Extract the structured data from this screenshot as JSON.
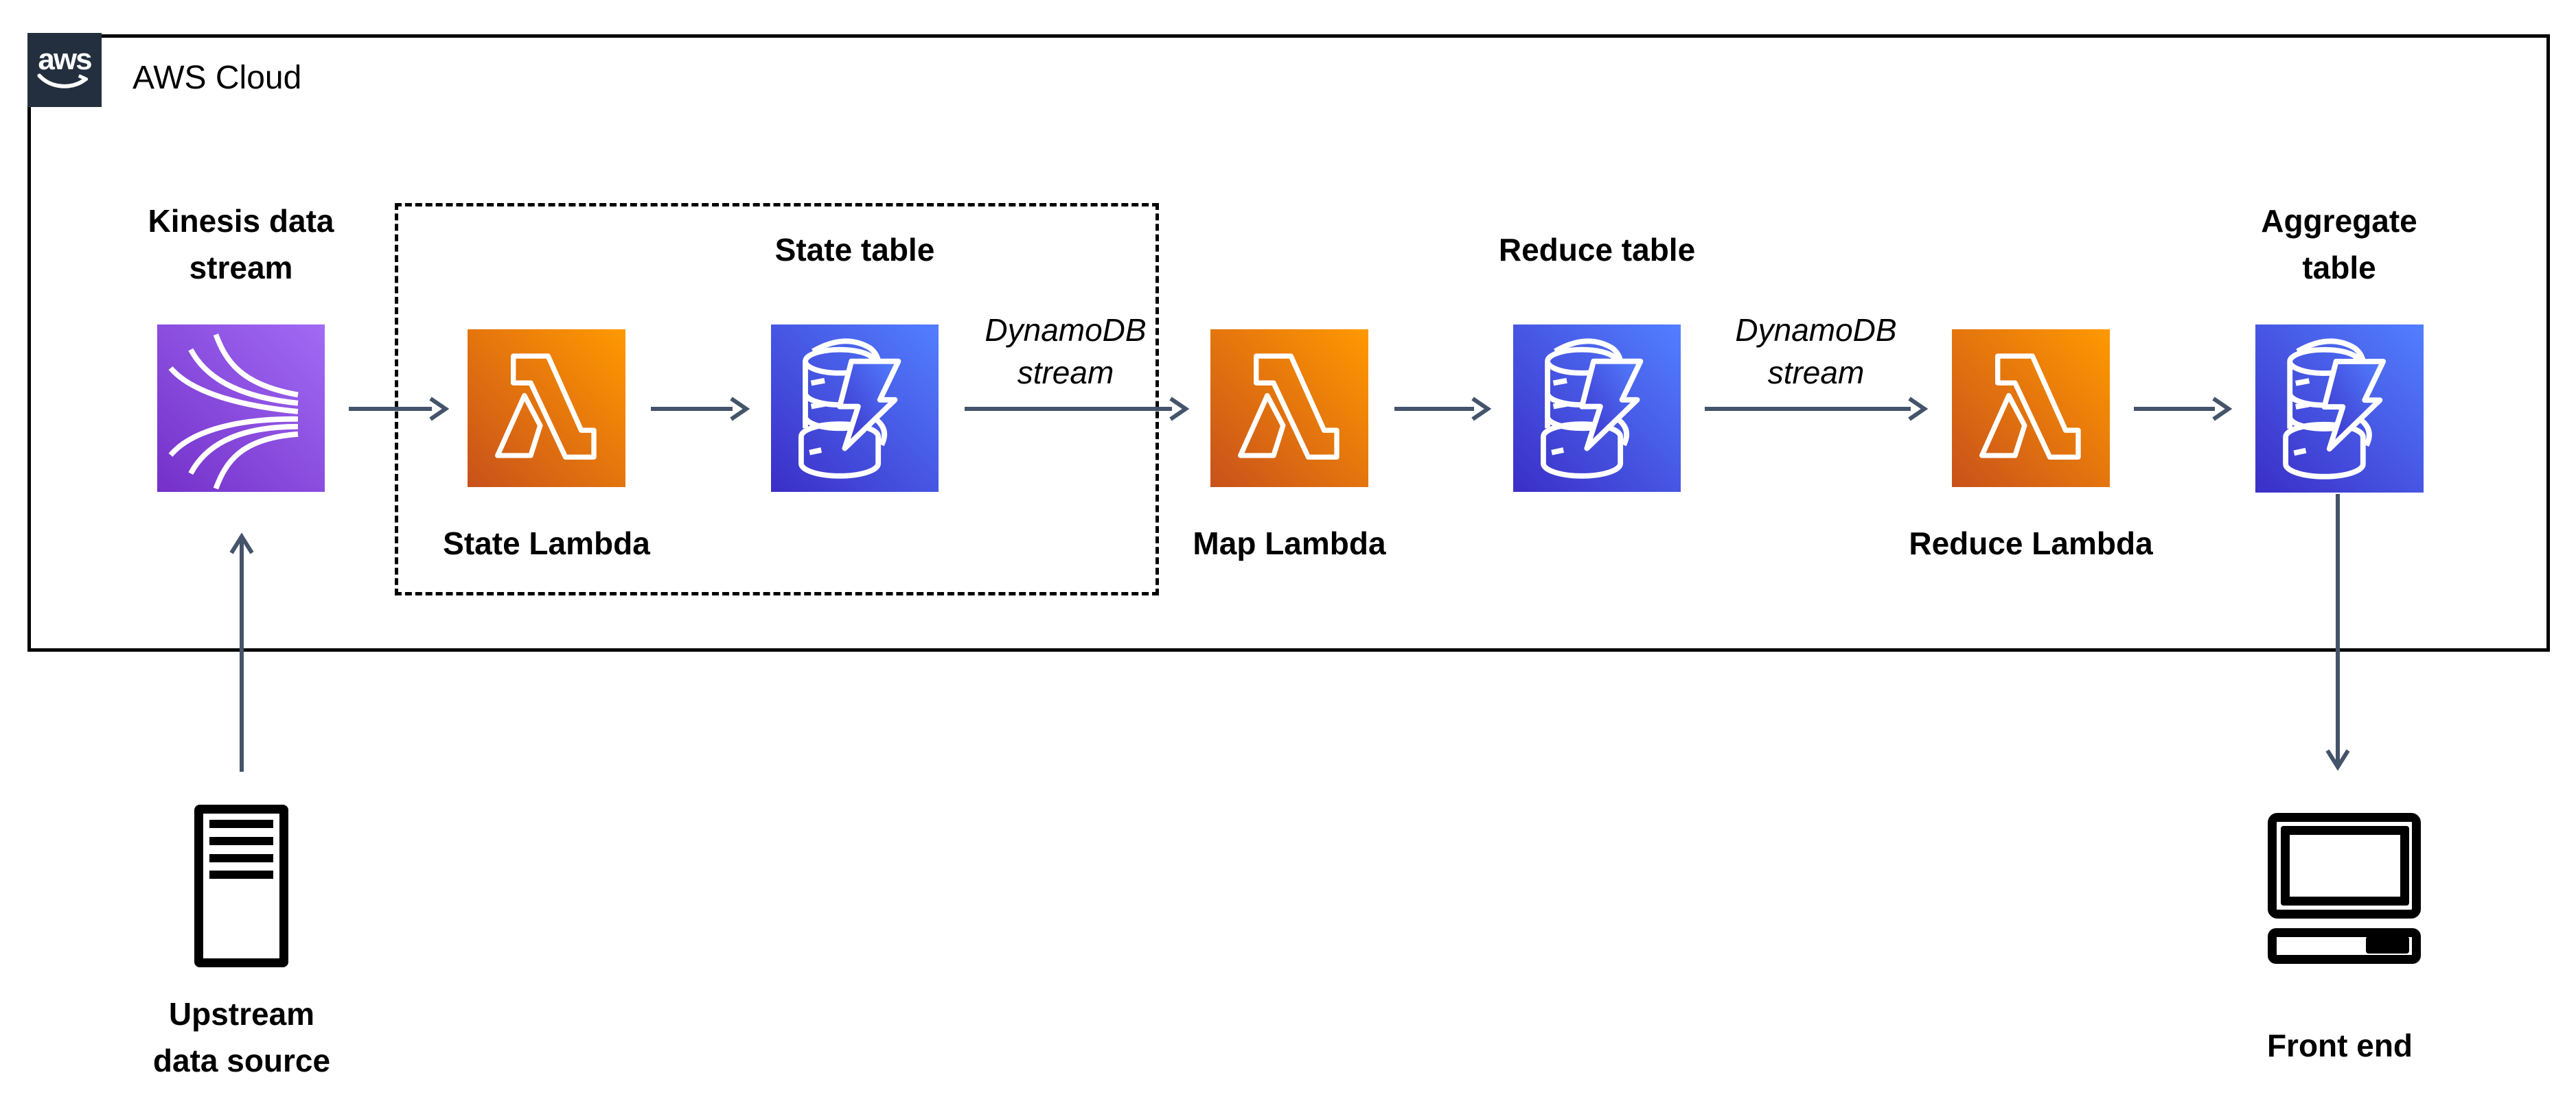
{
  "colors": {
    "arrow": "#44546A",
    "outline": "#000000",
    "logo_bg": "#232F3E",
    "lambda_a": "#C8511B",
    "lambda_b": "#FF9900",
    "ddb_a": "#3B2EC6",
    "ddb_b": "#527FFF",
    "kinesis_a": "#7430C9",
    "kinesis_b": "#A16BF5"
  },
  "cloud": {
    "logo": "aws",
    "label": "AWS Cloud"
  },
  "nodes": {
    "kinesis": {
      "line1": "Kinesis data",
      "line2": "stream"
    },
    "state_lambda": {
      "label": "State Lambda"
    },
    "state_table": {
      "label": "State table"
    },
    "map_lambda": {
      "label": "Map Lambda"
    },
    "reduce_table": {
      "label": "Reduce table"
    },
    "reduce_lambda": {
      "label": "Reduce Lambda"
    },
    "aggregate_table": {
      "line1": "Aggregate",
      "line2": "table"
    },
    "upstream": {
      "line1": "Upstream",
      "line2": "data source"
    },
    "front_end": {
      "label": "Front end"
    }
  },
  "edges": {
    "ddb_stream_1": {
      "line1": "DynamoDB",
      "line2": "stream"
    },
    "ddb_stream_2": {
      "line1": "DynamoDB",
      "line2": "stream"
    }
  }
}
